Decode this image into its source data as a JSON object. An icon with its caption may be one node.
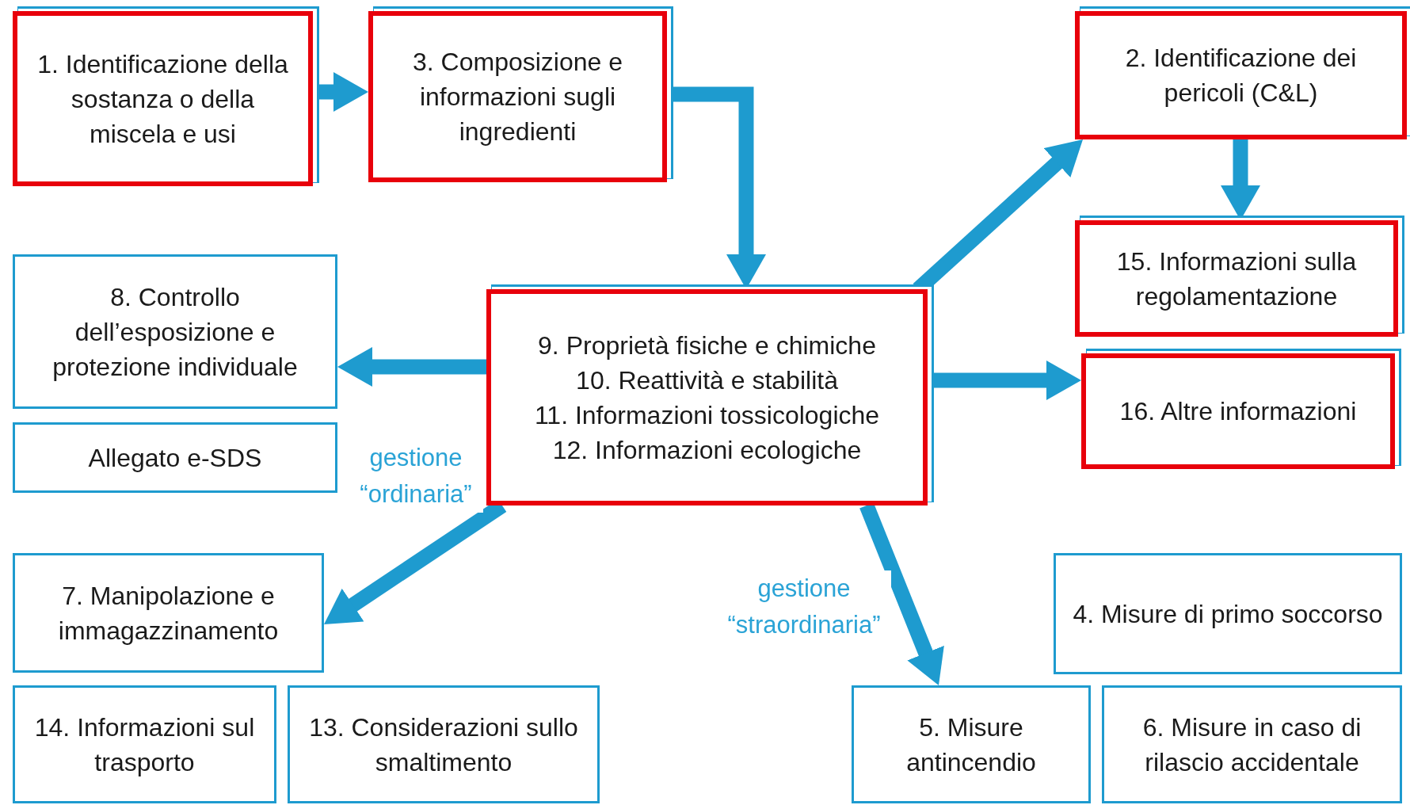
{
  "diagram": {
    "nodes": [
      {
        "text": [
          "1. Identificazione della sostanza o della miscela e usi"
        ]
      },
      {
        "text": [
          "3. Composizione e informazioni sugli ingredienti"
        ]
      },
      {
        "text": [
          "2. Identificazione dei pericoli (C&L)"
        ]
      },
      {
        "text": [
          "8. Controllo dell’esposizione e protezione individuale"
        ]
      },
      {
        "text": [
          "Allegato e-SDS"
        ]
      },
      {
        "text": [
          "9. Proprietà fisiche e chimiche",
          "10. Reattività e stabilità",
          "11. Informazioni tossicologiche",
          "12. Informazioni ecologiche"
        ]
      },
      {
        "text": [
          "15. Informazioni sulla regolamentazione"
        ]
      },
      {
        "text": [
          "16. Altre informazioni"
        ]
      },
      {
        "text": [
          "7. Manipolazione e immagazzinamento"
        ]
      },
      {
        "text": [
          "14. Informazioni sul trasporto"
        ]
      },
      {
        "text": [
          "13. Considerazioni sullo smaltimento"
        ]
      },
      {
        "text": [
          "4. Misure di primo soccorso"
        ]
      },
      {
        "text": [
          "5. Misure antincendio"
        ]
      },
      {
        "text": [
          "6. Misure in caso di rilascio accidentale"
        ]
      }
    ],
    "edges": [
      {
        "from": 0,
        "to": 1,
        "arrow": "to"
      },
      {
        "from": 1,
        "to": 5,
        "arrow": "to"
      },
      {
        "from": 2,
        "to": 6,
        "arrow": "to"
      },
      {
        "from": 5,
        "to": 3,
        "arrow": "to"
      },
      {
        "from": 5,
        "to": 7,
        "arrow": "to"
      },
      {
        "from": 5,
        "to": 2,
        "arrow": "to"
      },
      {
        "from": 5,
        "to": 8,
        "arrow": "to"
      },
      {
        "from": 5,
        "to": 12,
        "arrow": "to"
      }
    ],
    "labels": [
      "gestione “ordinaria”",
      "gestione “straordinaria”"
    ]
  }
}
